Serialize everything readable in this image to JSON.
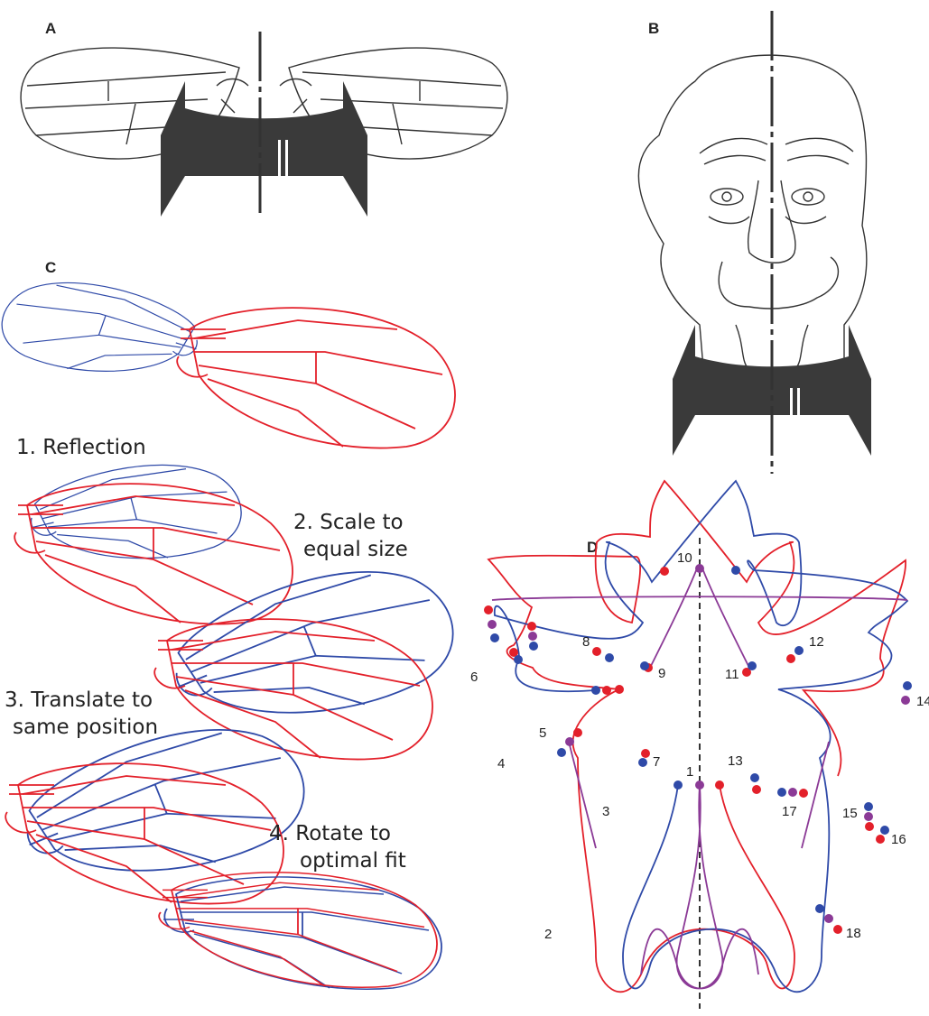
{
  "panels": {
    "a": "A",
    "b": "B",
    "c": "C",
    "d": "D"
  },
  "steps": {
    "s1": "1. Reflection",
    "s2a": "2. Scale to",
    "s2b": "equal size",
    "s3a": "3. Translate to",
    "s3b": "same position",
    "s4a": "4. Rotate to",
    "s4b": "optimal fit"
  },
  "landmarks": [
    "1",
    "2",
    "3",
    "4",
    "5",
    "6",
    "7",
    "8",
    "9",
    "10",
    "11",
    "12",
    "13",
    "14",
    "15",
    "16",
    "17",
    "18"
  ],
  "colors": {
    "red": "#e3202a",
    "blue": "#2f4aa8",
    "purple": "#8b3a96",
    "dark": "#3a3a3a"
  }
}
